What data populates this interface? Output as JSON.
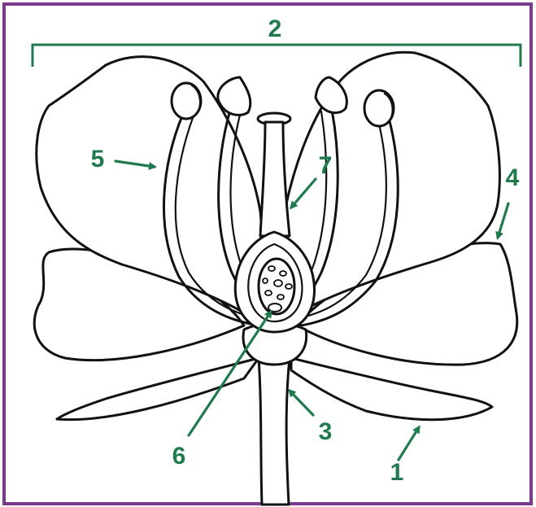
{
  "diagram": {
    "labels": [
      "1",
      "2",
      "3",
      "4",
      "5",
      "6",
      "7"
    ],
    "colors": {
      "border": "#7b3a8c",
      "label": "#1f7a4d",
      "ink": "#111111",
      "background": "#ffffff"
    }
  }
}
